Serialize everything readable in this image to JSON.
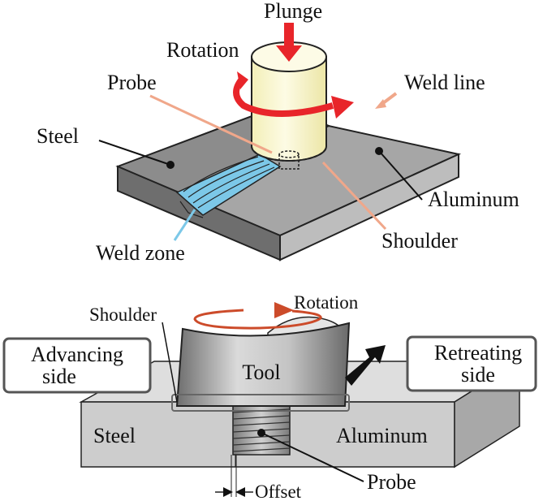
{
  "top_figure": {
    "labels": {
      "plunge": "Plunge",
      "rotation": "Rotation",
      "probe": "Probe",
      "weld_line": "Weld line",
      "steel": "Steel",
      "aluminum": "Aluminum",
      "shoulder": "Shoulder",
      "weld_zone": "Weld zone"
    }
  },
  "bottom_figure": {
    "labels": {
      "shoulder": "Shoulder",
      "rotation": "Rotation",
      "advancing_line1": "Advancing",
      "advancing_line2": "side",
      "retreating_line1": "Retreating",
      "retreating_line2": "side",
      "tool": "Tool",
      "steel": "Steel",
      "aluminum": "Aluminum",
      "probe": "Probe",
      "offset": "Offset"
    }
  },
  "colors": {
    "arrow_red": "#e8252a",
    "arrow_salmon": "#f0a78a",
    "weld_zone_blue": "#7cc8e8",
    "tool_cream": "#fbf8cf",
    "rotation_orange": "#cc4b2a"
  }
}
